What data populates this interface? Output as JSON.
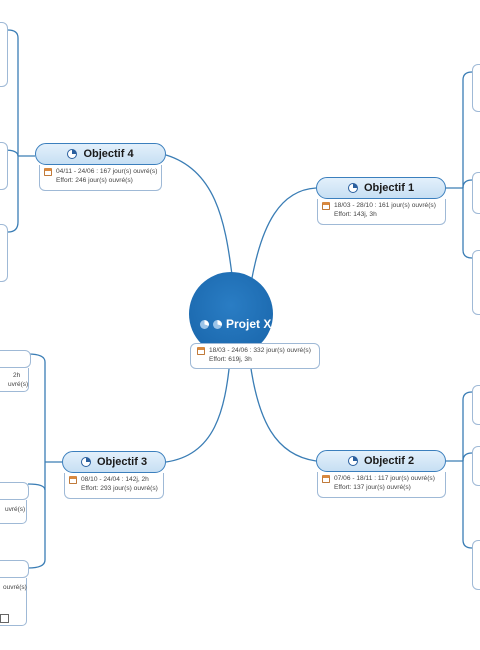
{
  "center": {
    "title": "Projet X",
    "dates": "18/03 - 24/06 : 332 jour(s) ouvré(s)",
    "effort": "Effort: 619j, 3h"
  },
  "objectives": [
    {
      "title": "Objectif 4",
      "dates": "04/11 - 24/06 : 167 jour(s) ouvré(s)",
      "effort": "Effort: 246 jour(s) ouvré(s)"
    },
    {
      "title": "Objectif 1",
      "dates": "18/03 - 28/10 : 161 jour(s) ouvré(s)",
      "effort": "Effort: 143j, 3h"
    },
    {
      "title": "Objectif 3",
      "dates": "08/10 - 24/04 : 142j, 2h",
      "effort": "Effort: 293 jour(s) ouvré(s)"
    },
    {
      "title": "Objectif 2",
      "dates": "07/06 - 18/11 : 117 jour(s) ouvré(s)",
      "effort": "Effort: 137 jour(s) ouvré(s)"
    }
  ],
  "cut_labels": [
    "2h",
    "uvré(s)",
    "uvré(s)",
    "ouvré(s)"
  ],
  "colors": {
    "accent": "#1763a8",
    "connector": "#3a7db5",
    "topic_border": "#3b7fbd",
    "date_icon": "#d9893f"
  },
  "icons": {
    "task_progress": "pie-chart-icon",
    "dates": "calendar-icon"
  }
}
